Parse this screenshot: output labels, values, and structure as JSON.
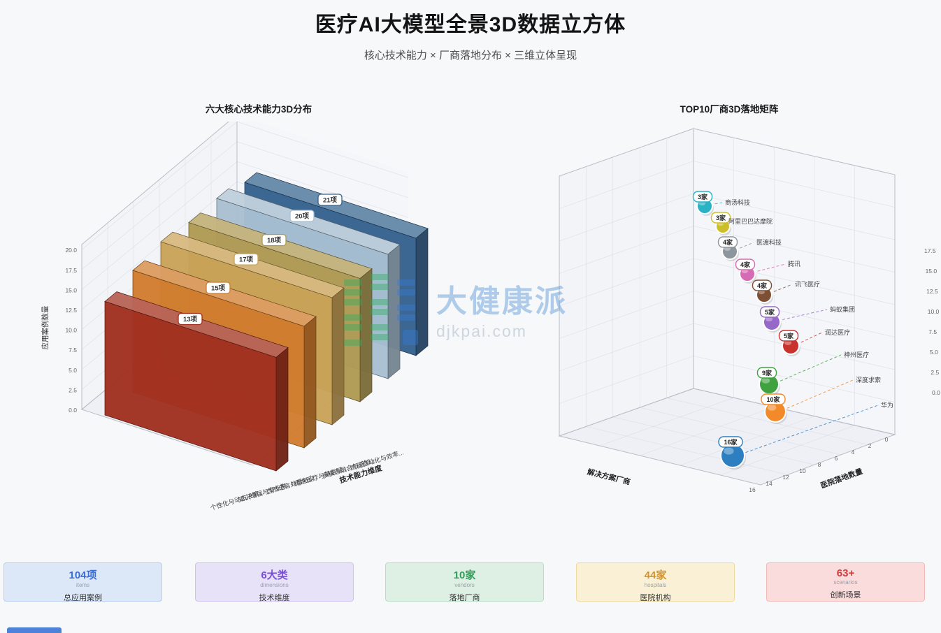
{
  "page": {
    "title": "医疗AI大模型全景3D数据立方体",
    "subtitle": "核心技术能力 × 厂商落地分布 × 三维立体呈现"
  },
  "watermark": {
    "brand": "大健康派",
    "domain": "djkpai.com"
  },
  "chart_data": [
    {
      "type": "bar",
      "variant": "3d-slabs",
      "title": "六大核心技术能力3D分布",
      "categories": [
        "个性化与动态决策...",
        "知识增强与专业推...",
        "自然语言处理与交...",
        "精准医疗与基层赋...",
        "多模态融合与感知...",
        "流程自动化与效率..."
      ],
      "values": [
        13,
        15,
        17,
        18,
        20,
        21
      ],
      "value_labels": [
        "13项",
        "15项",
        "17项",
        "18项",
        "20项",
        "21项"
      ],
      "colors": [
        "#a0301f",
        "#d07c2e",
        "#c9a257",
        "#b09a52",
        "#a9bfd1",
        "#33618e"
      ],
      "xlabel": "技术能力维度",
      "ylabel": "应用案例数量",
      "ylim": [
        0,
        20
      ],
      "y_ticks": [
        "0.0",
        "2.5",
        "5.0",
        "7.5",
        "10.0",
        "12.5",
        "15.0",
        "17.5",
        "20.0"
      ],
      "grid": true
    },
    {
      "type": "scatter",
      "variant": "3d-bubbles",
      "title": "TOP10厂商3D落地矩阵",
      "xlabel": "解决方案厂商",
      "ylabel": "医院落地数量",
      "y_ticks": [
        "0",
        "2",
        "4",
        "6",
        "8",
        "10",
        "12",
        "14",
        "16"
      ],
      "z_ticks": [
        "0.0",
        "2.5",
        "5.0",
        "7.5",
        "10.0",
        "12.5",
        "15.0",
        "17.5"
      ],
      "points": [
        {
          "vendor": "商汤科技",
          "hospitals": 3,
          "count_label": "3家",
          "color": "#29b3c4"
        },
        {
          "vendor": "阿里巴巴达摩院",
          "hospitals": 3,
          "count_label": "3家",
          "color": "#cdbf2a"
        },
        {
          "vendor": "医渡科技",
          "hospitals": 4,
          "count_label": "4家",
          "color": "#8d959d"
        },
        {
          "vendor": "腾讯",
          "hospitals": 4,
          "count_label": "4家",
          "color": "#d66bb5"
        },
        {
          "vendor": "讯飞医疗",
          "hospitals": 4,
          "count_label": "4家",
          "color": "#7d4f35"
        },
        {
          "vendor": "蚂蚁集团",
          "hospitals": 5,
          "count_label": "5家",
          "color": "#9668c8"
        },
        {
          "vendor": "润达医疗",
          "hospitals": 5,
          "count_label": "5家",
          "color": "#c8332e"
        },
        {
          "vendor": "神州医疗",
          "hospitals": 9,
          "count_label": "9家",
          "color": "#3fa23f"
        },
        {
          "vendor": "深度求索",
          "hospitals": 10,
          "count_label": "10家",
          "color": "#f28a2a"
        },
        {
          "vendor": "华为",
          "hospitals": 16,
          "count_label": "16家",
          "color": "#2d7fc1"
        }
      ]
    }
  ],
  "stats": [
    {
      "value": "104项",
      "unit": "items",
      "label": "总应用案例",
      "value_color": "#3b6fd4",
      "bg": "#dce7f8",
      "border": "#b9cdf0"
    },
    {
      "value": "6大类",
      "unit": "dimensions",
      "label": "技术维度",
      "value_color": "#7a4fd4",
      "bg": "#e8e2f9",
      "border": "#cfc2ef"
    },
    {
      "value": "10家",
      "unit": "vendors",
      "label": "落地厂商",
      "value_color": "#2e9e57",
      "bg": "#def0e4",
      "border": "#b9dcc6"
    },
    {
      "value": "44家",
      "unit": "hospitals",
      "label": "医院机构",
      "value_color": "#d4932e",
      "bg": "#faf0d6",
      "border": "#eeda9f"
    },
    {
      "value": "63+",
      "unit": "scenarios",
      "label": "创新场景",
      "value_color": "#d43b3b",
      "bg": "#fadcdc",
      "border": "#f2b9b9"
    }
  ]
}
